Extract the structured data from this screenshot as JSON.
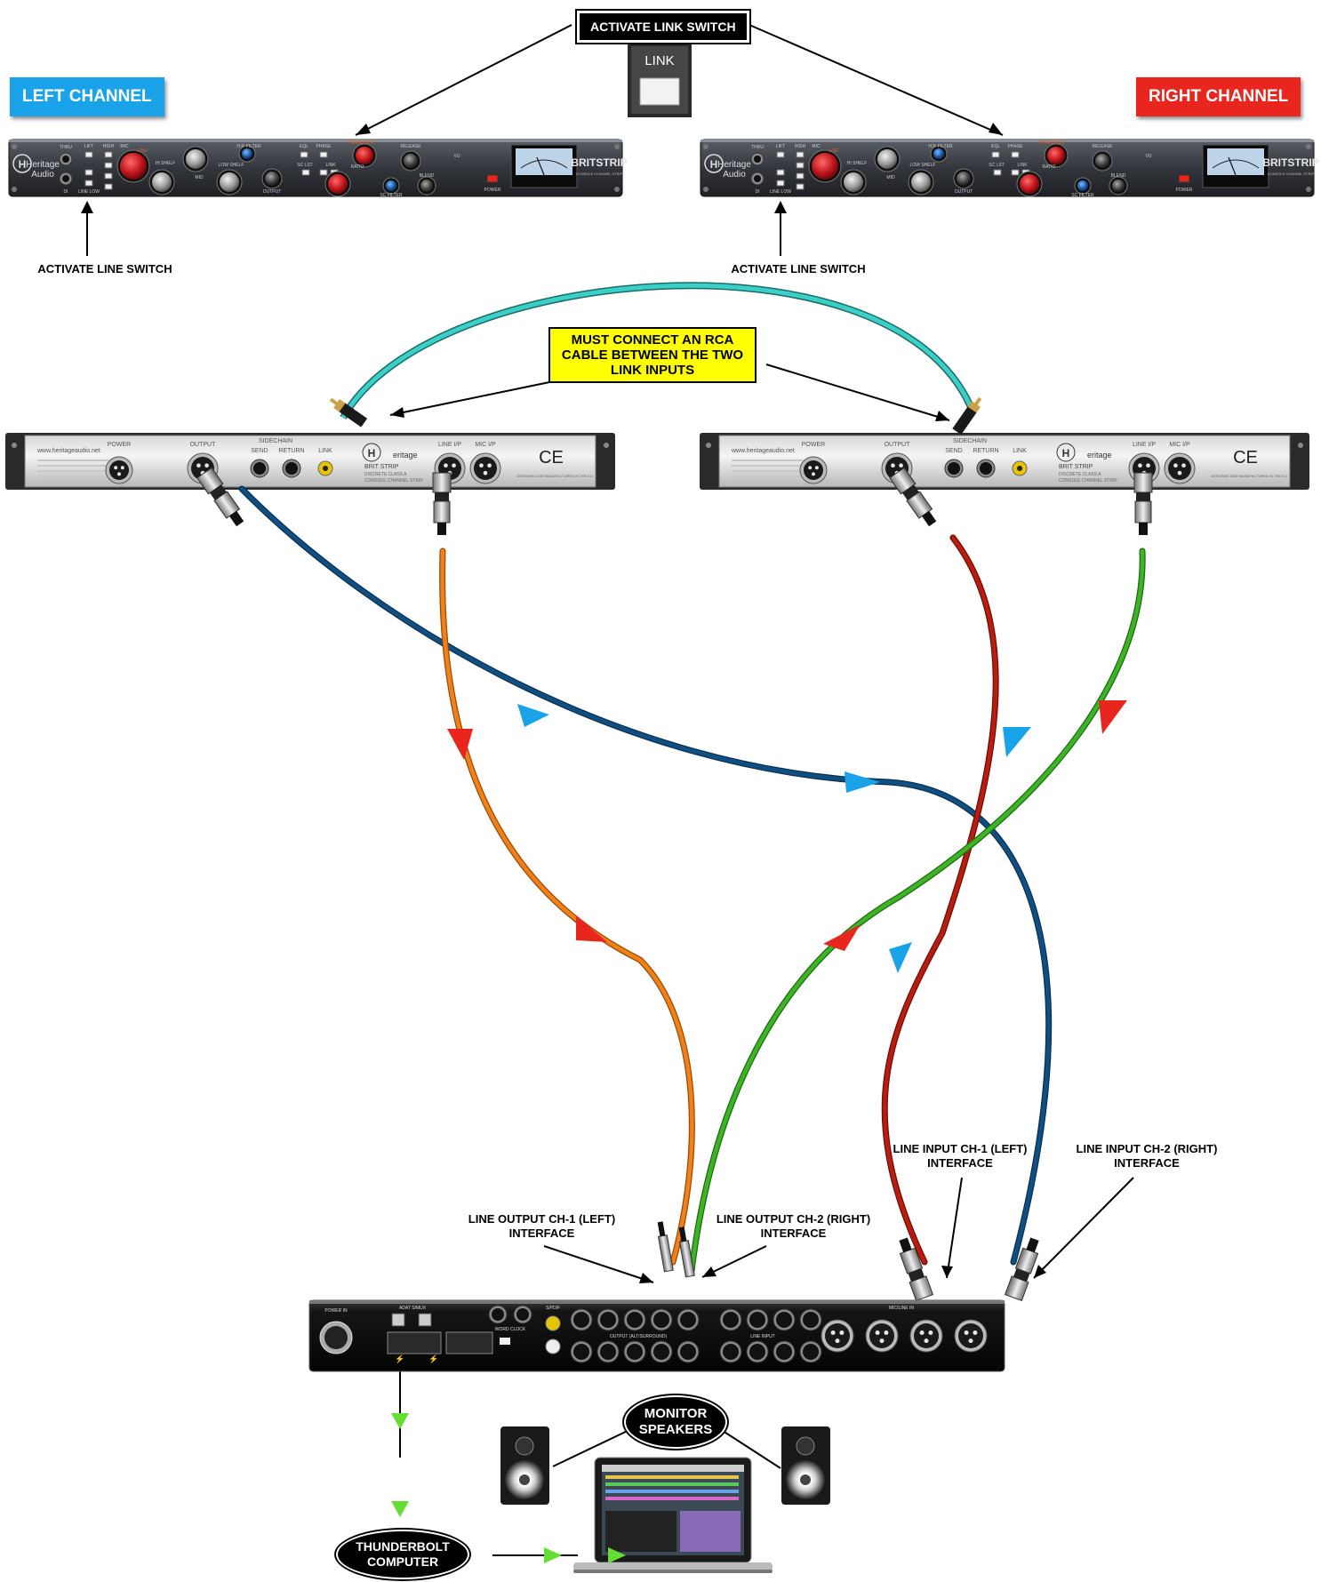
{
  "labels": {
    "activate_link_switch": "ACTIVATE LINK SWITCH",
    "link_button": "LINK",
    "left_channel": "LEFT CHANNEL",
    "right_channel": "RIGHT CHANNEL",
    "activate_line_switch_left": "ACTIVATE LINE SWITCH",
    "activate_line_switch_right": "ACTIVATE LINE SWITCH",
    "rca_note_line1": "MUST CONNECT AN RCA",
    "rca_note_line2": "CABLE BETWEEN THE TWO",
    "rca_note_line3": "LINK INPUTS",
    "line_out_ch1_l1": "LINE OUTPUT  CH-1 (LEFT)",
    "line_out_ch1_l2": "INTERFACE",
    "line_out_ch2_l1": "LINE OUTPUT  CH-2 (RIGHT)",
    "line_out_ch2_l2": "INTERFACE",
    "line_in_ch1_l1": "LINE INPUT CH-1 (LEFT)",
    "line_in_ch1_l2": "INTERFACE",
    "line_in_ch2_l1": "LINE INPUT CH-2 (RIGHT)",
    "line_in_ch2_l2": "INTERFACE",
    "monitor_l1": "MONITOR",
    "monitor_l2": "SPEAKERS",
    "thunderbolt_l1": "THUNDERBOLT",
    "thunderbolt_l2": "COMPUTER"
  },
  "front_panel": {
    "brand_l1": "Heritage",
    "brand_l2": "Audio",
    "model": "BRITSTRIP",
    "model_sub": "CONSOLE CHANNEL STRIP",
    "controls": [
      "THRU",
      "LIFT",
      "HIGH",
      "MIC",
      "LINE",
      "HI SHELF",
      "MID",
      "LOW SHELF",
      "H.P. FILTER",
      "EQL",
      "PHASE",
      "SC LST",
      "LINK",
      "THRESHOLD",
      "RATIO",
      "RELEASE",
      "BLEND",
      "SC FILTER",
      "VU",
      "POWER",
      "OUTPUT",
      "DI",
      "LINE LOW"
    ]
  },
  "rear_panel": {
    "url": "www.heritageaudio.net",
    "power": "POWER",
    "output": "OUTPUT",
    "sidechain": "SIDECHAIN",
    "send": "SEND",
    "return": "RETURN",
    "link": "LINK",
    "line_ip": "LINE I/P",
    "mic_ip": "MIC I/P",
    "ce": "CE",
    "model": "BRIT STRIP",
    "model_sub1": "DISCRETE CLASS A",
    "model_sub2": "CONSOLE CHANNEL STRIP",
    "made_in": "DESIGNED AND MANUFACTURED IN THE EU"
  },
  "interface": {
    "power_in": "POWER IN",
    "adat": "ADAT S/MUX",
    "word_clock": "WORD CLOCK",
    "spdif": "S/PDIF",
    "output_section": "OUTPUT (ALT/SURROUND)",
    "line_input": "LINE INPUT",
    "mic_line": "MIC/LINE IN"
  },
  "colors": {
    "label_blue": "#1aa3e8",
    "label_red": "#e8261d",
    "note_yellow": "#ffff00",
    "cable_link": "#3ad0c8",
    "cable_blue": "#0f4f82",
    "cable_orange": "#f08018",
    "cable_red": "#b81d10",
    "cable_green": "#3cb424",
    "arrow_red": "#e8261d",
    "arrow_blue": "#1aa3e8",
    "arrow_green": "#66dd33"
  },
  "icons": [
    "xlr-female-connector-icon",
    "xlr-male-connector-icon",
    "quarter-inch-jack-icon",
    "rca-jack-icon",
    "vu-meter-icon",
    "monitor-speaker-icon",
    "laptop-icon",
    "thunderbolt-port-icon"
  ]
}
